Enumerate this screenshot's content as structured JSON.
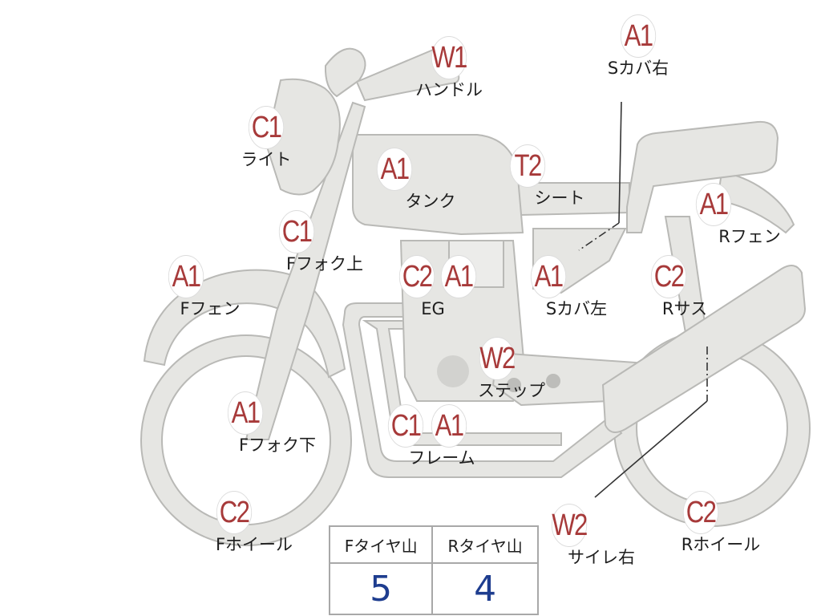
{
  "parts": [
    {
      "key": "handle",
      "grade": "W1",
      "label": "ハンドル"
    },
    {
      "key": "scover-right",
      "grade": "A1",
      "label": "Sカバ右"
    },
    {
      "key": "light",
      "grade": "C1",
      "label": "ライト"
    },
    {
      "key": "tank",
      "grade": "A1",
      "label": "タンク"
    },
    {
      "key": "seat",
      "grade": "T2",
      "label": "シート"
    },
    {
      "key": "rfender",
      "grade": "A1",
      "label": "Rフェン"
    },
    {
      "key": "ffork-upper",
      "grade": "C1",
      "label": "Fフォク上"
    },
    {
      "key": "ffender",
      "grade": "A1",
      "label": "Fフェン"
    },
    {
      "key": "eg",
      "grade": "C2",
      "label": "EG"
    },
    {
      "key": "eg-2",
      "grade": "A1",
      "label": ""
    },
    {
      "key": "scover-left",
      "grade": "A1",
      "label": "Sカバ左"
    },
    {
      "key": "rsus",
      "grade": "C2",
      "label": "Rサス"
    },
    {
      "key": "step",
      "grade": "W2",
      "label": "ステップ"
    },
    {
      "key": "ffork-lower",
      "grade": "A1",
      "label": "Fフォク下"
    },
    {
      "key": "frame",
      "grade": "C1",
      "label": "フレーム"
    },
    {
      "key": "frame-2",
      "grade": "A1",
      "label": ""
    },
    {
      "key": "fwheel",
      "grade": "C2",
      "label": "Fホイール"
    },
    {
      "key": "silencer-right",
      "grade": "W2",
      "label": "サイレ右"
    },
    {
      "key": "rwheel",
      "grade": "C2",
      "label": "Rホイール"
    }
  ],
  "tire_table": {
    "front_label": "Fタイヤ山",
    "rear_label": "Rタイヤ山",
    "front_value": "5",
    "rear_value": "4"
  },
  "colors": {
    "bike_fill": "#e6e6e3",
    "bike_stroke": "#b9b9b6",
    "grade_text": "#a73a3a",
    "value_text": "#1e3d8f"
  }
}
